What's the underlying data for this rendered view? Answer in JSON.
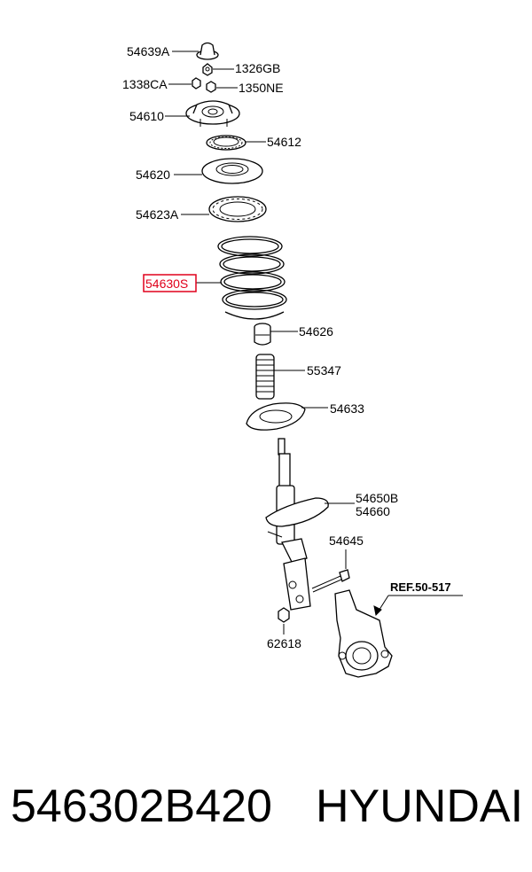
{
  "diagram": {
    "labels": {
      "p54639A": "54639A",
      "p1326GB": "1326GB",
      "p1338CA": "1338CA",
      "p1350NE": "1350NE",
      "p54610": "54610",
      "p54612": "54612",
      "p54620": "54620",
      "p54623A": "54623A",
      "p54630S": "54630S",
      "p54626": "54626",
      "p55347": "55347",
      "p54633": "54633",
      "p54650B": "54650B",
      "p54660": "54660",
      "p54645": "54645",
      "p62618": "62618",
      "ref": "REF.50-517"
    },
    "highlight_color": "#e0001b"
  },
  "caption": {
    "part_number": "546302B420",
    "brand": "HYUNDAI"
  }
}
